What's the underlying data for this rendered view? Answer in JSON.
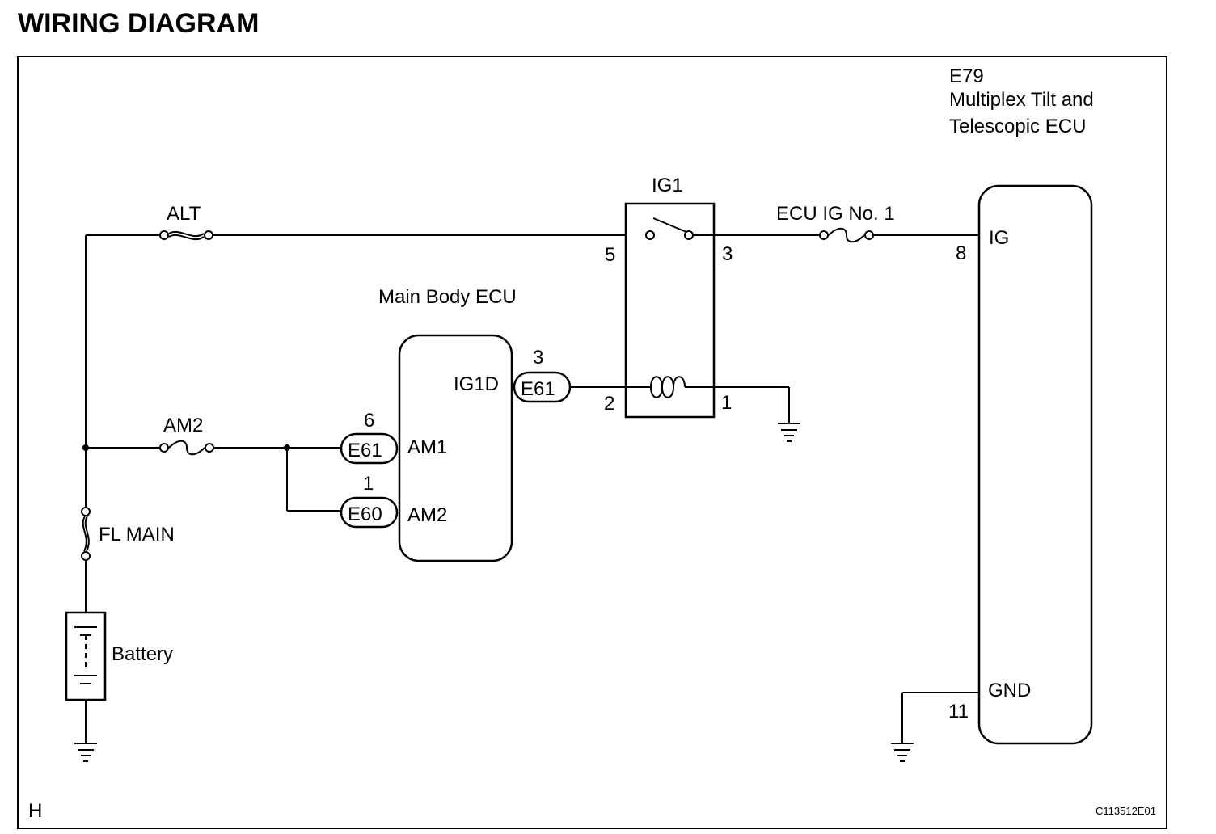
{
  "title": "WIRING DIAGRAM",
  "sheet_letter": "H",
  "figure_code": "C113512E01",
  "components": {
    "battery": "Battery",
    "fl_main": "FL MAIN",
    "alt_fuse": "ALT",
    "am2_fuse": "AM2",
    "ig1_relay": "IG1",
    "ecu_ig_fuse": "ECU IG No. 1",
    "main_body_ecu": "Main Body ECU",
    "tilt_ecu": {
      "connector": "E79",
      "name_line1": "Multiplex Tilt and",
      "name_line2": "Telescopic ECU"
    }
  },
  "main_body_ecu_terminals": {
    "ig1d": "IG1D",
    "am1": "AM1",
    "am2": "AM2"
  },
  "tilt_ecu_terminals": {
    "ig": "IG",
    "gnd": "GND"
  },
  "connectors": {
    "ig1d_conn": "E61",
    "am1_conn": "E61",
    "am2_conn": "E60"
  },
  "pins": {
    "ig1d_pin": "3",
    "am1_pin": "6",
    "am2_pin": "1",
    "relay_pin_5": "5",
    "relay_pin_3": "3",
    "relay_pin_2": "2",
    "relay_pin_1": "1",
    "ig_pin": "8",
    "gnd_pin": "11"
  }
}
